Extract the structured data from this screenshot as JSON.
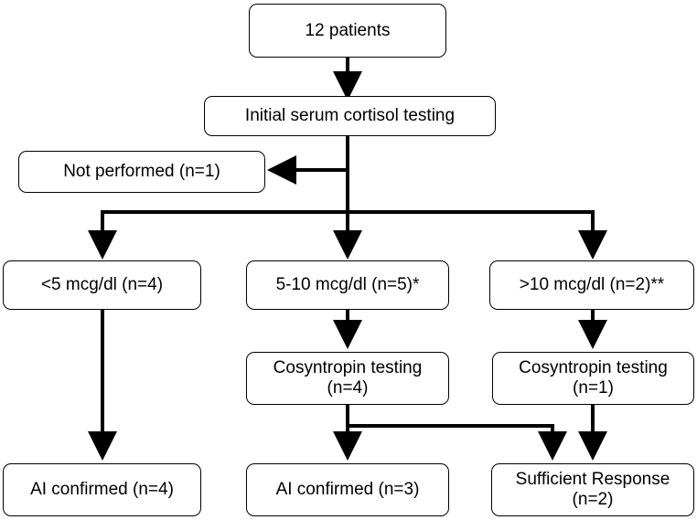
{
  "nodes": {
    "patients": {
      "label": "12 patients"
    },
    "initial_testing": {
      "label": "Initial serum cortisol testing"
    },
    "not_performed": {
      "label": "Not performed (n=1)"
    },
    "lt5": {
      "label": "<5 mcg/dl (n=4)"
    },
    "mid": {
      "label": "5-10 mcg/dl (n=5)*"
    },
    "gt10": {
      "label": ">10 mcg/dl (n=2)**"
    },
    "cosyn_mid": {
      "line1": "Cosyntropin testing",
      "line2": "(n=4)"
    },
    "cosyn_gt10": {
      "line1": "Cosyntropin testing",
      "line2": "(n=1)"
    },
    "ai_confirmed_lt5": {
      "label": "AI confirmed (n=4)"
    },
    "ai_confirmed_mid": {
      "label": "AI confirmed (n=3)"
    },
    "sufficient": {
      "line1": "Sufficient Response",
      "line2": "(n=2)"
    }
  },
  "colors": {
    "line": "#000000",
    "box_fill": "#ffffff"
  }
}
